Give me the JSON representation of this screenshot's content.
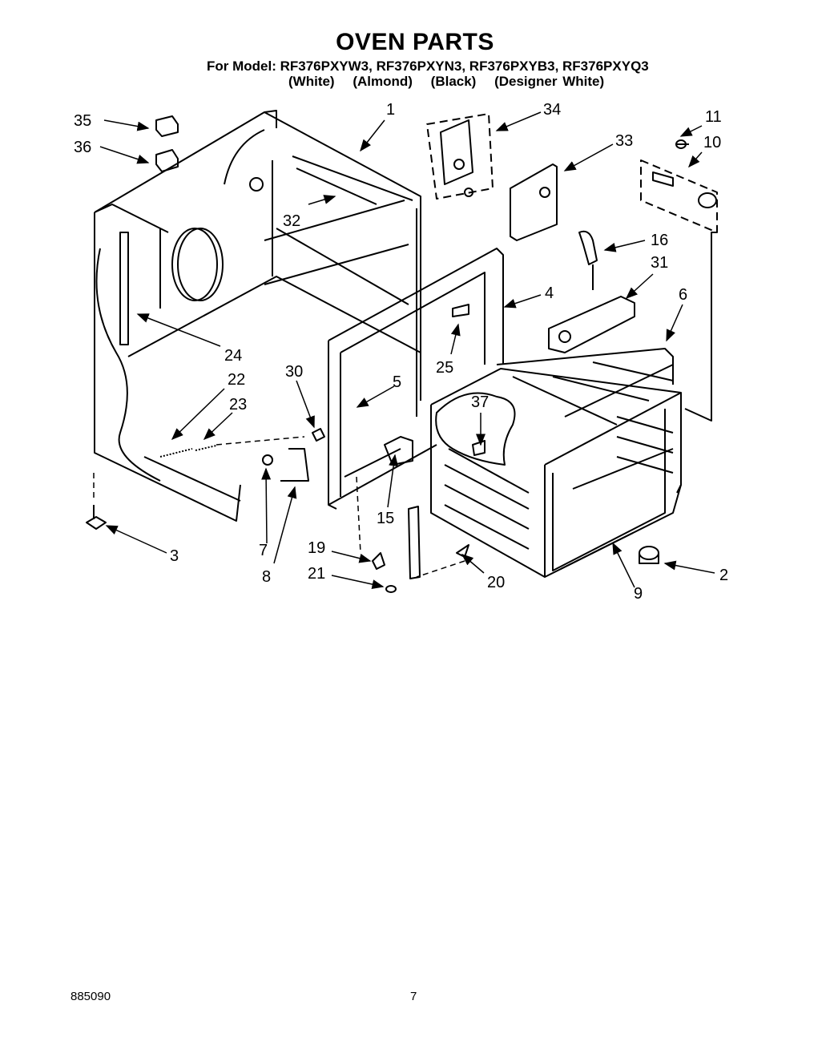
{
  "title": "OVEN PARTS",
  "models_line": "For Model: RF376PXYW3, RF376PXYN3, RF376PXYB3, RF376PXYQ3",
  "colors": [
    "(White)",
    "(Almond)",
    "(Black)",
    "(Designer White)"
  ],
  "callouts": {
    "c1": "1",
    "c2": "2",
    "c3": "3",
    "c4": "4",
    "c5": "5",
    "c6": "6",
    "c7": "7",
    "c8": "8",
    "c9": "9",
    "c10": "10",
    "c11": "11",
    "c15": "15",
    "c16": "16",
    "c19": "19",
    "c20": "20",
    "c21": "21",
    "c22": "22",
    "c23": "23",
    "c24": "24",
    "c25": "25",
    "c30": "30",
    "c31": "31",
    "c32": "32",
    "c33": "33",
    "c34": "34",
    "c35": "35",
    "c36": "36",
    "c37": "37"
  },
  "footer": {
    "doc_number": "885090",
    "page_number": "7"
  }
}
